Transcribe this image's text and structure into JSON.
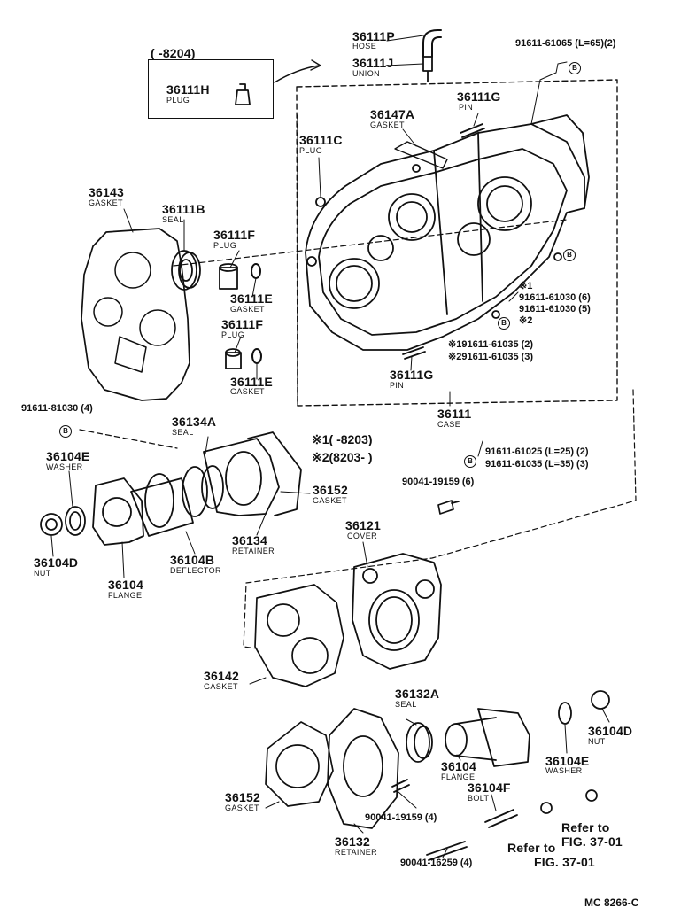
{
  "parts": {
    "p36111P": {
      "no": "36111P",
      "name": "HOSE"
    },
    "p36111J": {
      "no": "36111J",
      "name": "UNION"
    },
    "p36111H": {
      "no": "36111H",
      "name": "PLUG"
    },
    "p36111G_top": {
      "no": "36111G",
      "name": "PIN"
    },
    "p36147A": {
      "no": "36147A",
      "name": "GASKET"
    },
    "p36111C": {
      "no": "36111C",
      "name": "PLUG"
    },
    "p36143": {
      "no": "36143",
      "name": "GASKET"
    },
    "p36111B": {
      "no": "36111B",
      "name": "SEAL"
    },
    "p36111F_a": {
      "no": "36111F",
      "name": "PLUG"
    },
    "p36111E_a": {
      "no": "36111E",
      "name": "GASKET"
    },
    "p36111F_b": {
      "no": "36111F",
      "name": "PLUG"
    },
    "p36111E_b": {
      "no": "36111E",
      "name": "GASKET"
    },
    "p36111G_bot": {
      "no": "36111G",
      "name": "PIN"
    },
    "p36111": {
      "no": "36111",
      "name": "CASE"
    },
    "p36134A": {
      "no": "36134A",
      "name": "SEAL"
    },
    "p36104E_l": {
      "no": "36104E",
      "name": "WASHER"
    },
    "p36152_mid": {
      "no": "36152",
      "name": "GASKET"
    },
    "p36134": {
      "no": "36134",
      "name": "RETAINER"
    },
    "p36104D_l": {
      "no": "36104D",
      "name": "NUT"
    },
    "p36104B": {
      "no": "36104B",
      "name": "DEFLECTOR"
    },
    "p36104_l": {
      "no": "36104",
      "name": "FLANGE"
    },
    "p36121": {
      "no": "36121",
      "name": "COVER"
    },
    "p36142": {
      "no": "36142",
      "name": "GASKET"
    },
    "p36132A": {
      "no": "36132A",
      "name": "SEAL"
    },
    "p36104D_r": {
      "no": "36104D",
      "name": "NUT"
    },
    "p36104E_r": {
      "no": "36104E",
      "name": "WASHER"
    },
    "p36104_r": {
      "no": "36104",
      "name": "FLANGE"
    },
    "p36104F": {
      "no": "36104F",
      "name": "BOLT"
    },
    "p36152_bot": {
      "no": "36152",
      "name": "GASKET"
    },
    "p36132": {
      "no": "36132",
      "name": "RETAINER"
    }
  },
  "refs": {
    "r_top": "91611-61065 (L=65)(2)",
    "r_star1": "※1",
    "r_61030_6": "91611-61030 (6)",
    "r_61030_5": "91611-61030 (5)",
    "r_star2": "※2",
    "r_61035_2": "※191611-61035 (2)",
    "r_61035_3": "※291611-61035 (3)",
    "r_left": "91611-81030 (4)",
    "r_61025": "91611-61025 (L=25) (2)",
    "r_61035": "91611-61035 (L=35) (3)",
    "r_19159_top": "90041-19159 (6)",
    "r_19159_bot": "90041-19159 (4)",
    "r_16259": "90041-16259 (4)"
  },
  "inset": {
    "range": "(        -8204)"
  },
  "notes": {
    "n1": "※1(        -8203)",
    "n2": "※2(8203-          )"
  },
  "b_mark": "B",
  "refer": {
    "label": "Refer to",
    "fig": "FIG. 37-01"
  },
  "footer": "MC 8266-C"
}
